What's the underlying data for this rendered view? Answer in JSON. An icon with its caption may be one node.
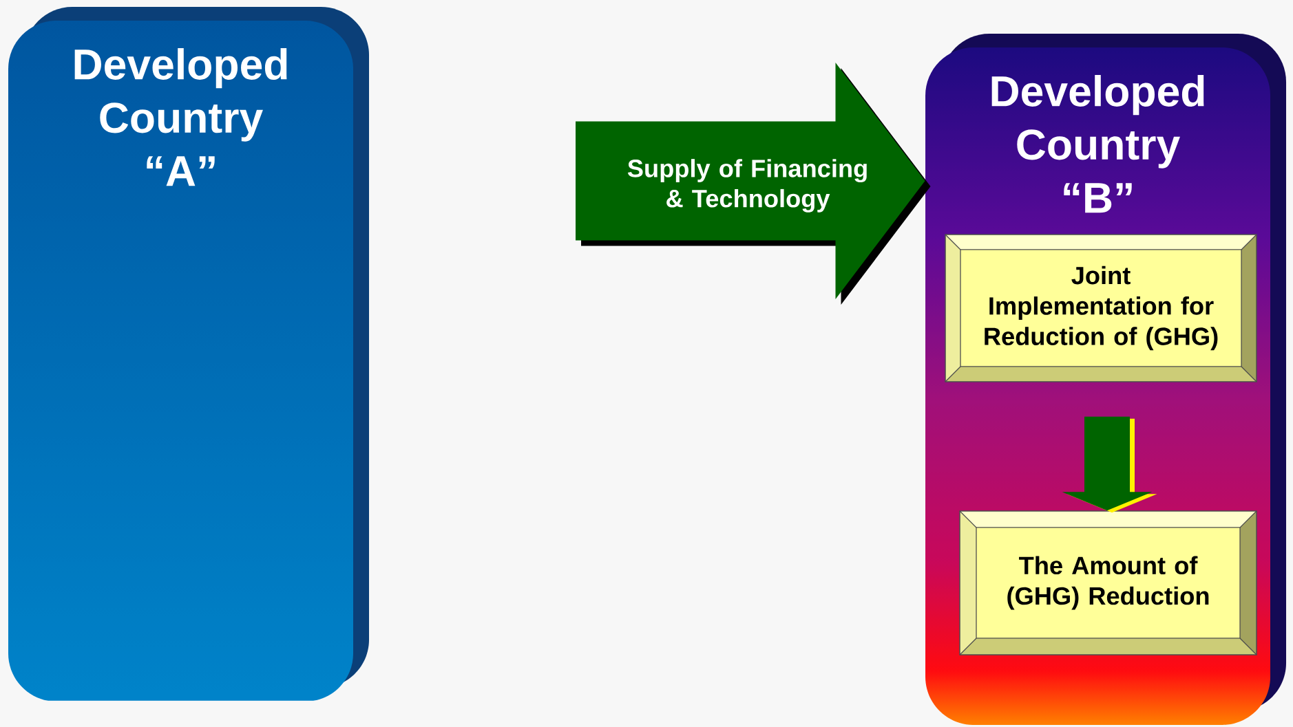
{
  "diagram": {
    "nodes": [
      {
        "text": [
          "Developed Country “A”"
        ]
      },
      {
        "text": [
          "Developed Country “B”"
        ]
      },
      {
        "text": [
          "Joint Implementation for Reduction of (GHG)"
        ],
        "in": 1
      },
      {
        "text": [
          "The Amount of (GHG) Reduction"
        ],
        "in": 1
      }
    ],
    "edges": [
      {
        "from": null,
        "to": 1,
        "arrow": "to",
        "label": "Supply of Financing & Technology",
        "style": "thick"
      },
      {
        "from": 2,
        "to": 3,
        "arrow": "to",
        "style": "thick"
      }
    ]
  }
}
